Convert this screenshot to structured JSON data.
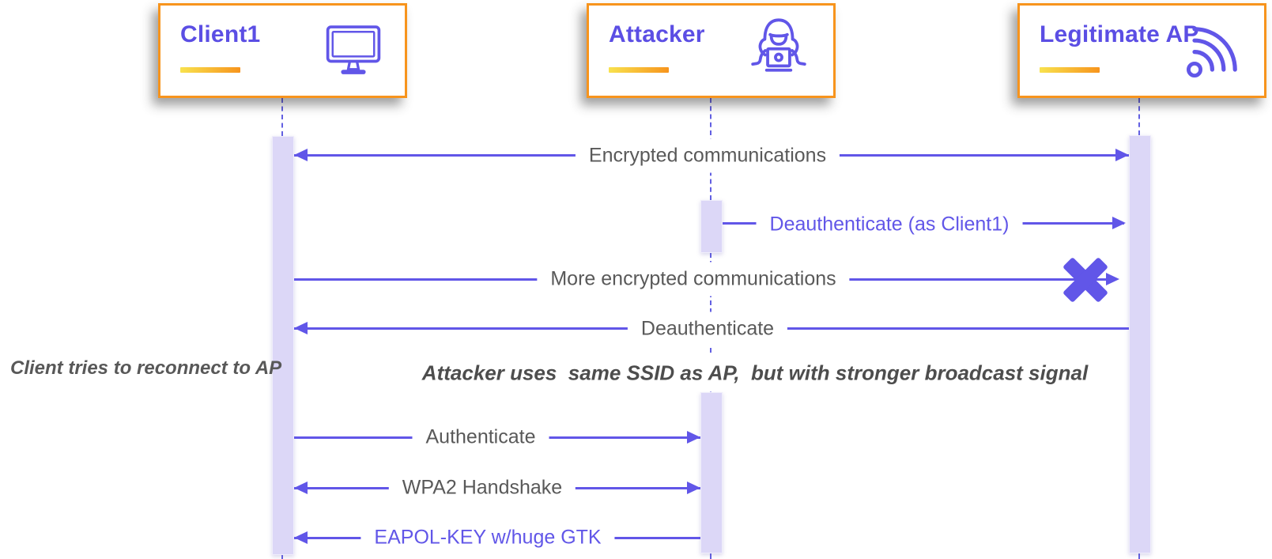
{
  "colors": {
    "arrow_purple": "#6156e8",
    "actor_title_purple": "#5b4ee4",
    "orange_border": "#f7941d",
    "underline_gradient_start": "#f8e24e",
    "underline_gradient_end": "#f7941d",
    "activation_bar_fill": "#dcd7f7",
    "label_gray": "#595959",
    "note_gray": "#4d4d4d",
    "background": "#ffffff"
  },
  "actors": [
    {
      "name": "Client1",
      "icon": "monitor-icon"
    },
    {
      "name": "Attacker",
      "icon": "hacker-icon"
    },
    {
      "name": "Legitimate AP",
      "icon": "wifi-signal-icon"
    }
  ],
  "messages": [
    {
      "label": "Encrypted communications",
      "from": "Client1",
      "to": "Legitimate AP",
      "direction": "bidirectional",
      "label_color": "gray"
    },
    {
      "label": "Deauthenticate (as Client1)",
      "from": "Attacker",
      "to": "Legitimate AP",
      "direction": "right",
      "label_color": "purple"
    },
    {
      "label": "More encrypted communications",
      "from": "Client1",
      "to": "Legitimate AP",
      "direction": "right",
      "label_color": "gray",
      "blocked": true
    },
    {
      "label": "Deauthenticate",
      "from": "Legitimate AP",
      "to": "Client1",
      "direction": "left",
      "label_color": "gray"
    },
    {
      "label": "Authenticate",
      "from": "Client1",
      "to": "Attacker",
      "direction": "right",
      "label_color": "gray"
    },
    {
      "label": "WPA2 Handshake",
      "from": "Client1",
      "to": "Attacker",
      "direction": "bidirectional",
      "label_color": "gray"
    },
    {
      "label": "EAPOL-KEY w/huge GTK",
      "from": "Attacker",
      "to": "Client1",
      "direction": "left",
      "label_color": "purple"
    }
  ],
  "notes": {
    "side": "Client tries to reconnect to AP",
    "banner": "Attacker uses  same SSID as AP,  but with stronger broadcast signal"
  }
}
